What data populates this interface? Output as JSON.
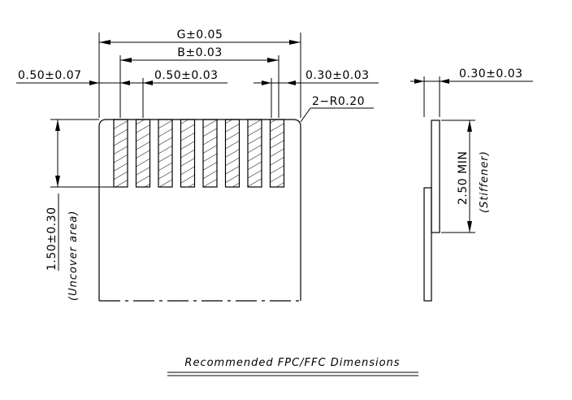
{
  "drawing": {
    "caption": "Recommended FPC/FFC Dimensions",
    "front_view": {
      "dim_g": "G±0.05",
      "dim_b": "B±0.03",
      "dim_edge": "0.50±0.07",
      "dim_pitch": "0.50±0.03",
      "dim_pad": "0.30±0.03",
      "dim_radius": "2−R0.20",
      "dim_uncover": "1.50±0.30",
      "uncover_note": "(Uncover area)",
      "pad_count": 8
    },
    "side_view": {
      "dim_thickness": "0.30±0.03",
      "dim_stiffener": "2.50 MIN",
      "stiffener_note": "(Stiffener)"
    }
  }
}
